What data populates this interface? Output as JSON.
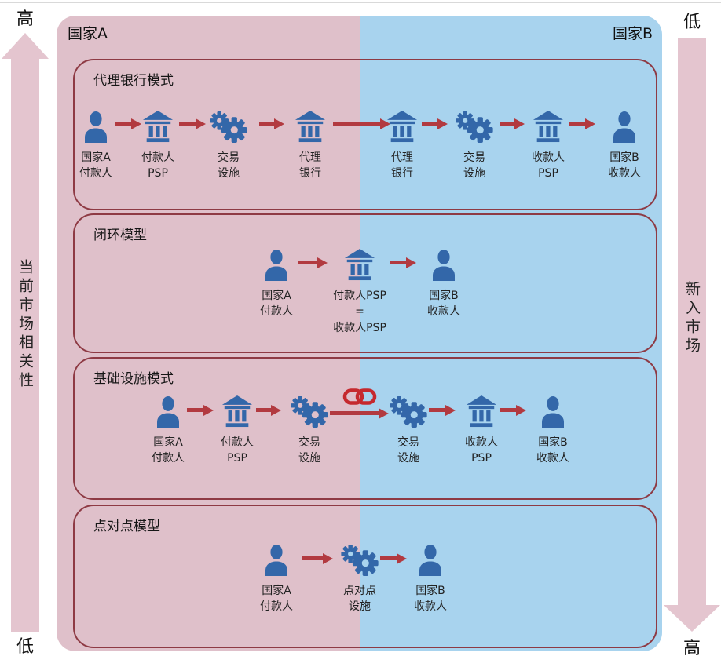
{
  "left_axis": {
    "top_label": "高",
    "axis_title": "当前市场相关性",
    "bottom_label": "低"
  },
  "right_axis": {
    "top_label": "低",
    "axis_title": "新入市场",
    "bottom_label": "高"
  },
  "regions": {
    "country_a": "国家A",
    "country_b": "国家B"
  },
  "colors": {
    "country_a_bg": "#dfc0ca",
    "country_b_bg": "#a8d3ee",
    "axis_arrow": "#e4c5cf",
    "model_border": "#8e3a44",
    "flow_arrow": "#b23a40",
    "icon_blue": "#3367a9",
    "chain_link_red": "#c5292e"
  },
  "models": [
    {
      "title": "代理银行模式",
      "nodes": [
        {
          "icon": "person",
          "label": "国家A\n付款人"
        },
        {
          "icon": "bank",
          "label": "付款人\nPSP"
        },
        {
          "icon": "gears",
          "label": "交易\n设施"
        },
        {
          "icon": "bank",
          "label": "代理\n银行"
        },
        {
          "icon": "bank",
          "label": "代理\n银行"
        },
        {
          "icon": "gears",
          "label": "交易\n设施"
        },
        {
          "icon": "bank",
          "label": "收款人\nPSP"
        },
        {
          "icon": "person",
          "label": "国家B\n收款人"
        }
      ]
    },
    {
      "title": "闭环模型",
      "nodes": [
        {
          "icon": "person",
          "label": "国家A\n付款人"
        },
        {
          "icon": "bank",
          "label": "付款人PSP\n=\n收款人PSP"
        },
        {
          "icon": "person",
          "label": "国家B\n收款人"
        }
      ]
    },
    {
      "title": "基础设施模式",
      "link_icon": "chain-link",
      "nodes": [
        {
          "icon": "person",
          "label": "国家A\n付款人"
        },
        {
          "icon": "bank",
          "label": "付款人\nPSP"
        },
        {
          "icon": "gears",
          "label": "交易\n设施"
        },
        {
          "icon": "gears",
          "label": "交易\n设施"
        },
        {
          "icon": "bank",
          "label": "收款人\nPSP"
        },
        {
          "icon": "person",
          "label": "国家B\n收款人"
        }
      ]
    },
    {
      "title": "点对点模型",
      "nodes": [
        {
          "icon": "person",
          "label": "国家A\n付款人"
        },
        {
          "icon": "gears",
          "label": "点对点\n设施"
        },
        {
          "icon": "person",
          "label": "国家B\n收款人"
        }
      ]
    }
  ]
}
